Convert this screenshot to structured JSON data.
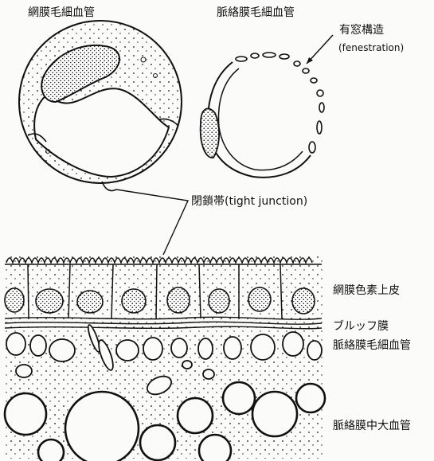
{
  "labels": {
    "retinal_capillary": "網膜毛細血管",
    "choroidal_capillary": "脈絡膜毛細血管",
    "fenestration_jp": "有窓構造",
    "fenestration_en": "(fenestration)",
    "tight_junction": "閉鎖帯(tight junction)",
    "rpe": "網膜色素上皮",
    "bruch": "ブルッフ膜",
    "choriocapillaris": "脈絡膜毛細血管",
    "large_vessels": "脈絡膜中大血管"
  }
}
